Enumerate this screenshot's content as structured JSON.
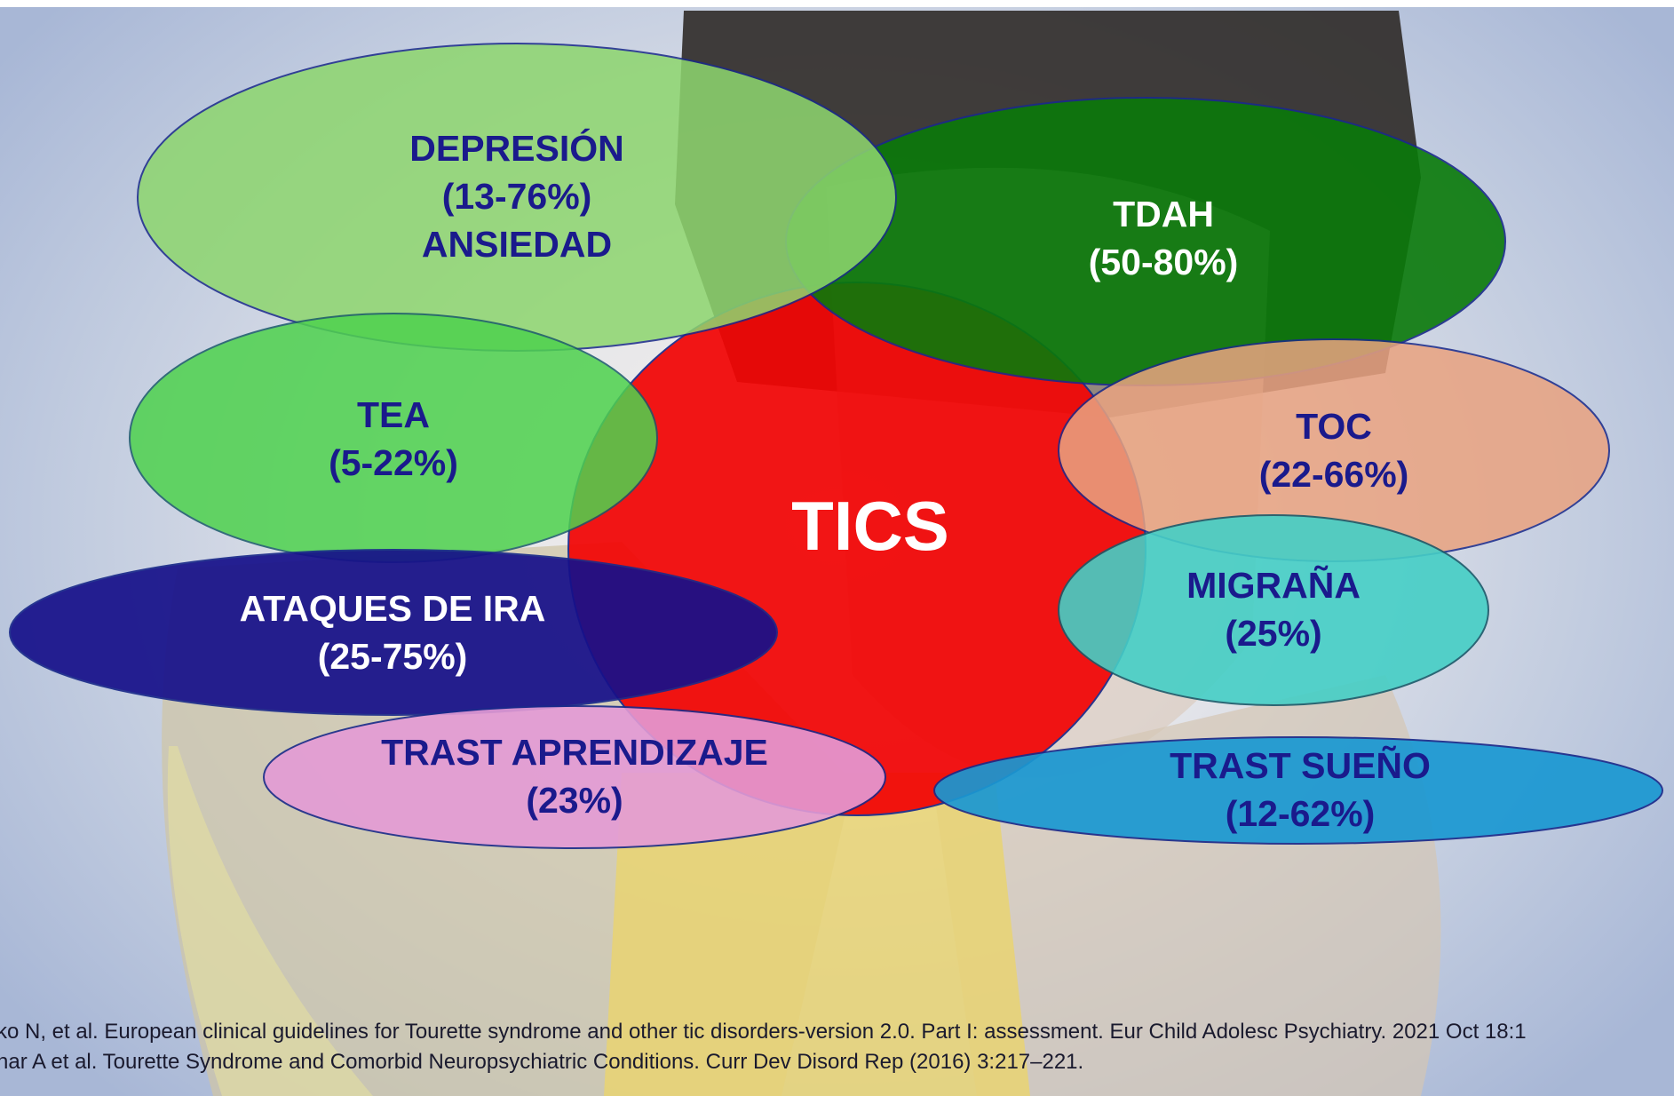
{
  "center": {
    "label": "TICS"
  },
  "bubbles": {
    "depresion": {
      "lines": [
        "DEPRESIÓN",
        "(13-76%)",
        "ANSIEDAD"
      ]
    },
    "tdah": {
      "lines": [
        "TDAH",
        "(50-80%)"
      ]
    },
    "tea": {
      "lines": [
        "TEA",
        "(5-22%)"
      ]
    },
    "toc": {
      "lines": [
        "TOC",
        "(22-66%)"
      ]
    },
    "ira": {
      "lines": [
        "ATAQUES DE IRA",
        "(25-75%)"
      ]
    },
    "migrana": {
      "lines": [
        "MIGRAÑA",
        "(25%)"
      ]
    },
    "aprendizaje": {
      "lines": [
        "TRAST APRENDIZAJE",
        "(23%)"
      ]
    },
    "sueno": {
      "lines": [
        "TRAST SUEÑO",
        "(12-62%)"
      ]
    }
  },
  "colors": {
    "center": "#f20505",
    "depresion": "#8ed66f",
    "tdah": "#0a7a0a",
    "tea": "#4fd24f",
    "toc": "#e9a381",
    "ira": "#16108a",
    "migrana": "#45cfc6",
    "aprendizaje": "#e49bd6",
    "sueno": "#1a98d2",
    "text_dark": "#1a1a8c",
    "text_light": "#ffffff"
  },
  "references": [
    "ko N, et al. European clinical guidelines for Tourette syndrome and other tic disorders-version 2.0. Part I: assessment. Eur Child Adolesc Psychiatry. 2021 Oct 18:1",
    "har A et al. Tourette Syndrome and Comorbid Neuropsychiatric Conditions. Curr Dev Disord Rep (2016) 3:217–221."
  ]
}
